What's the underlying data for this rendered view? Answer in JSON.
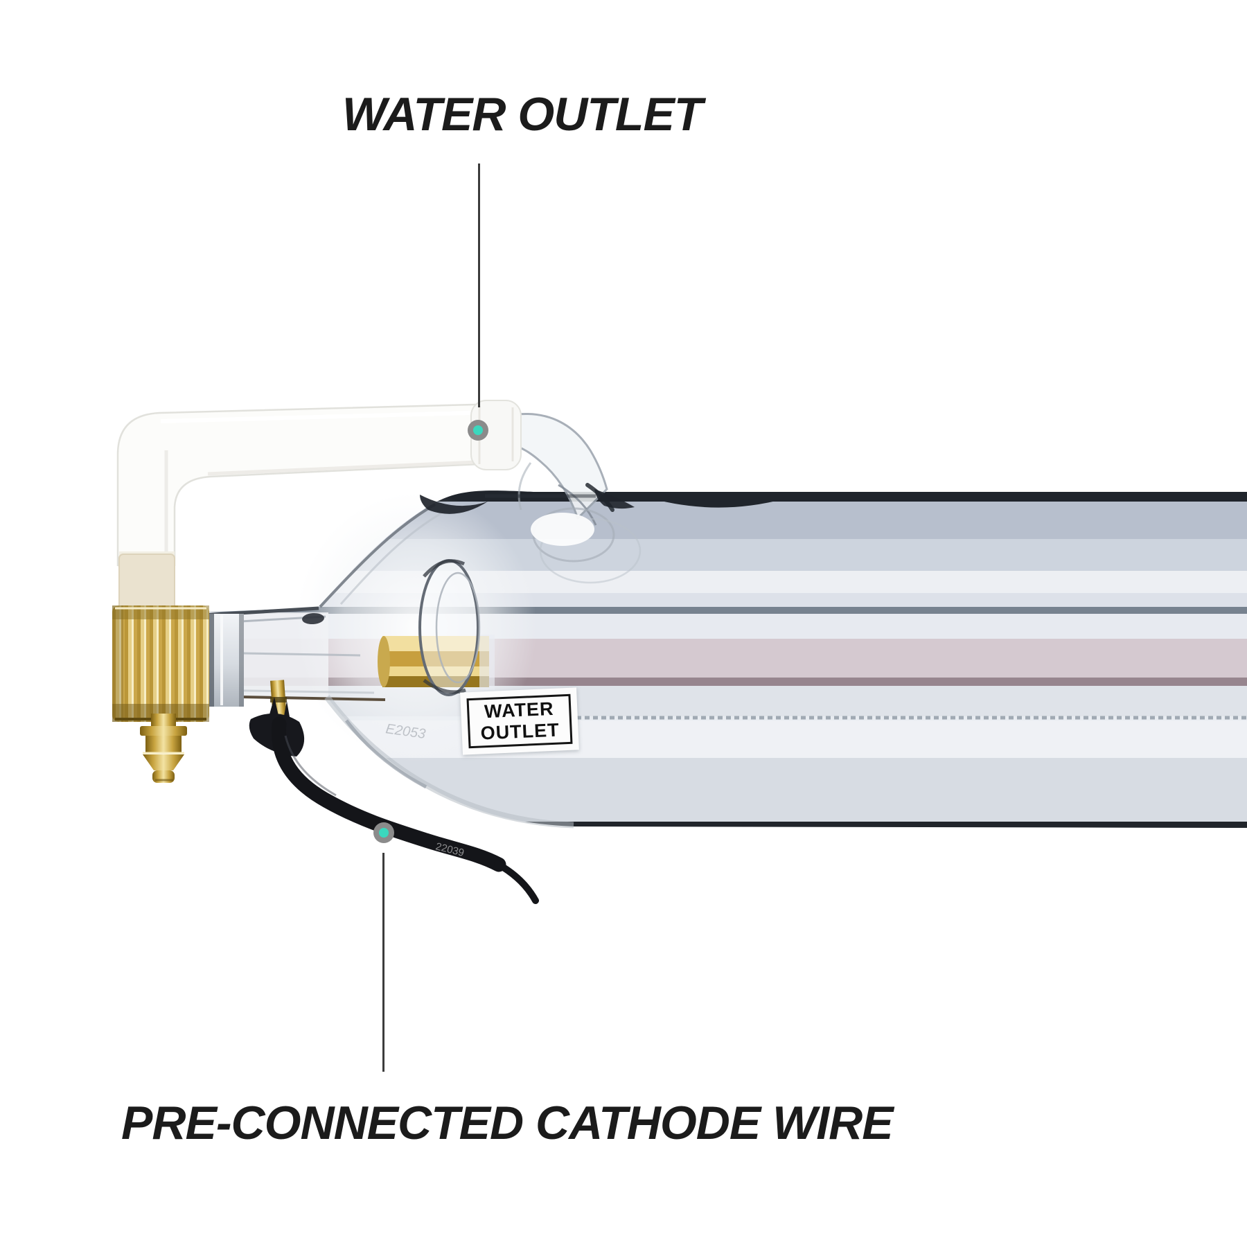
{
  "annotations": {
    "top_label": {
      "text": "WATER OUTLET"
    },
    "bottom_label": {
      "text": "PRE-CONNECTED CATHODE WIRE"
    }
  },
  "tube_tag": {
    "line1": "WATER",
    "line2": "OUTLET"
  },
  "markings": {
    "wire_print": "22039",
    "glass_etch": "E2053"
  },
  "colors": {
    "background": "#FFFFFF",
    "label_text": "#1B1B1B",
    "callout_line": "#3C3C3C",
    "dot_ring": "#8B8B8B",
    "dot_core_accent": "#3BD8BE",
    "glass_edge_dark": "#20252C",
    "glass_body_light": "#E8ECF1",
    "inner_tube_pink": "#D5C9D0",
    "brass_gold": "#C9A243",
    "silicone_tube_white": "#FCFCFA",
    "cathode_wire_black": "#141519"
  }
}
